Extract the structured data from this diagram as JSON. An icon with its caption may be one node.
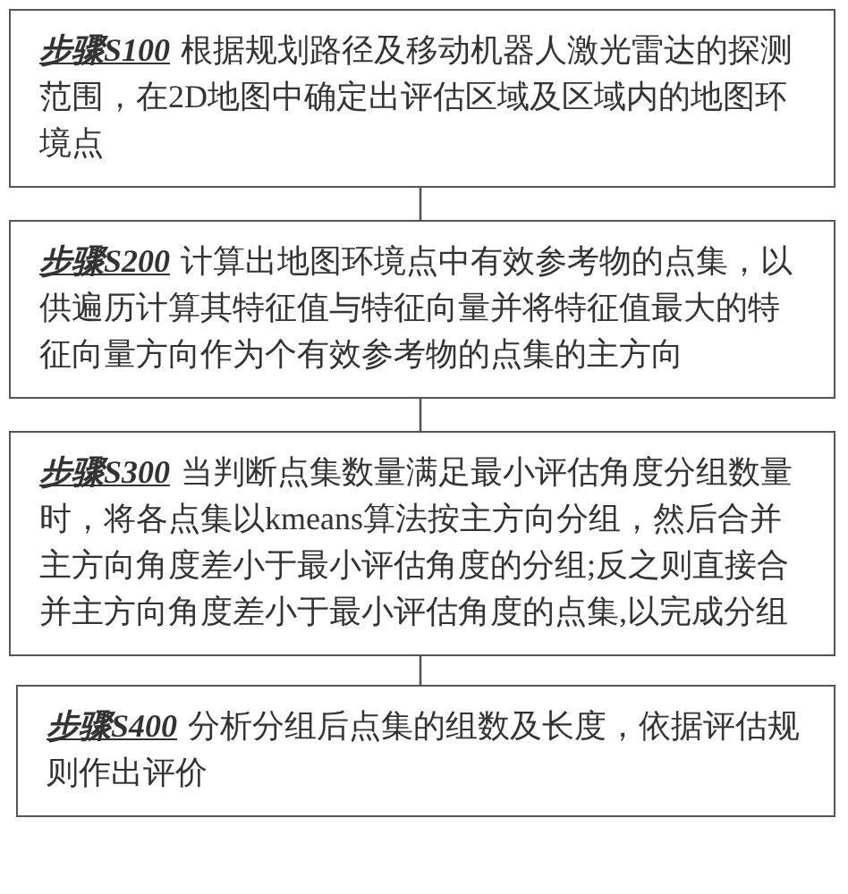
{
  "diagram": {
    "nodes": [
      {
        "text": [
          "步骤S100",
          "根据规划路径及移动机器人激光雷达的探测范围，在2D地图中确定出评估区域及区域内的地图环境点"
        ]
      },
      {
        "text": [
          "步骤S200",
          "计算出地图环境点中有效参考物的点集，以供遍历计算其特征值与特征向量并将特征值最大的特征向量方向作为个有效参考物的点集的主方向"
        ]
      },
      {
        "text": [
          "步骤S300",
          "当判断点集数量满足最小评估角度分组数量时，将各点集以kmeans算法按主方向分组，然后合并主方向角度差小于最小评估角度的分组;反之则直接合并主方向角度差小于最小评估角度的点集,以完成分组"
        ]
      },
      {
        "text": [
          "步骤S400",
          "分析分组后点集的组数及长度，依据评估规则作出评价"
        ]
      }
    ],
    "edges": [
      {
        "from": 0,
        "to": 1,
        "arrow": "none"
      },
      {
        "from": 1,
        "to": 2,
        "arrow": "none"
      },
      {
        "from": 2,
        "to": 3,
        "arrow": "none"
      }
    ]
  }
}
